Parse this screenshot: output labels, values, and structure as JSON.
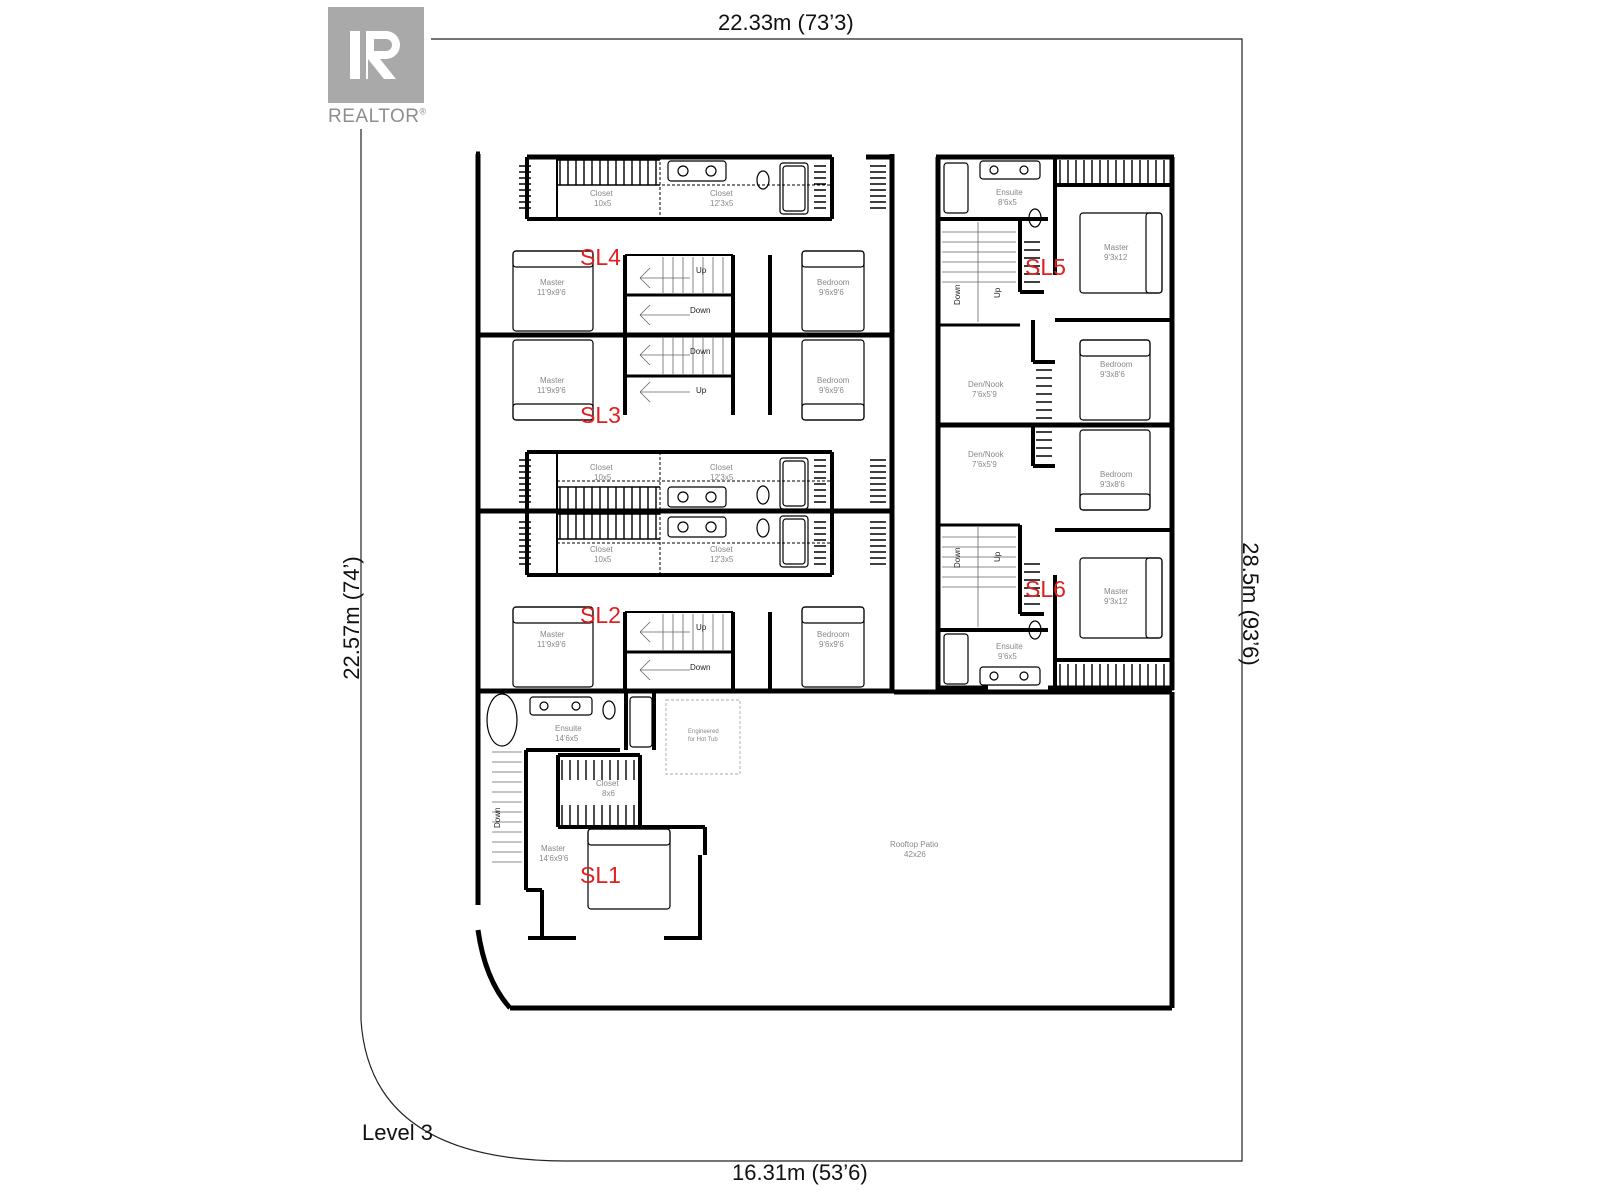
{
  "logo": {
    "text": "REALTOR",
    "mark": "®"
  },
  "dimensions": {
    "top": "22.33m (73’3)",
    "bottom": "16.31m (53’6)",
    "left": "22.57m (74’)",
    "right": "28.5m (93’6)"
  },
  "level_label": "Level 3",
  "units": [
    "SL1",
    "SL2",
    "SL3",
    "SL4",
    "SL5",
    "SL6"
  ],
  "rooms": {
    "closet_10x5": "Closet",
    "closet_10x5_size": "10x5",
    "closet_12x5": "Closet",
    "closet_12x5_size": "12'3x5",
    "master_left": "Master",
    "master_left_size": "11'9x9'6",
    "bedroom_mid": "Bedroom",
    "bedroom_mid_size": "9'6x9'6",
    "ensuite_sl5": "Ensuite",
    "ensuite_sl5_size": "8'6x5",
    "master_right": "Master",
    "master_right_size": "9'3x12",
    "bedroom_right": "Bedroom",
    "bedroom_right_size": "9'3x8'6",
    "den_nook": "Den/Nook",
    "den_nook_size": "7'6x5'9",
    "ensuite_sl6": "Ensuite",
    "ensuite_sl6_size": "9'6x5",
    "ensuite_sl1": "Ensuite",
    "ensuite_sl1_size": "14'6x5",
    "closet_sl1": "Closet",
    "closet_sl1_size": "8x6",
    "master_sl1": "Master",
    "master_sl1_size": "14'6x9'6",
    "hot_tub_line1": "Engineered",
    "hot_tub_line2": "for Hot Tub",
    "patio": "Rooftop Patio",
    "patio_size": "42x26"
  },
  "stairs": {
    "up": "Up",
    "down": "Down"
  }
}
